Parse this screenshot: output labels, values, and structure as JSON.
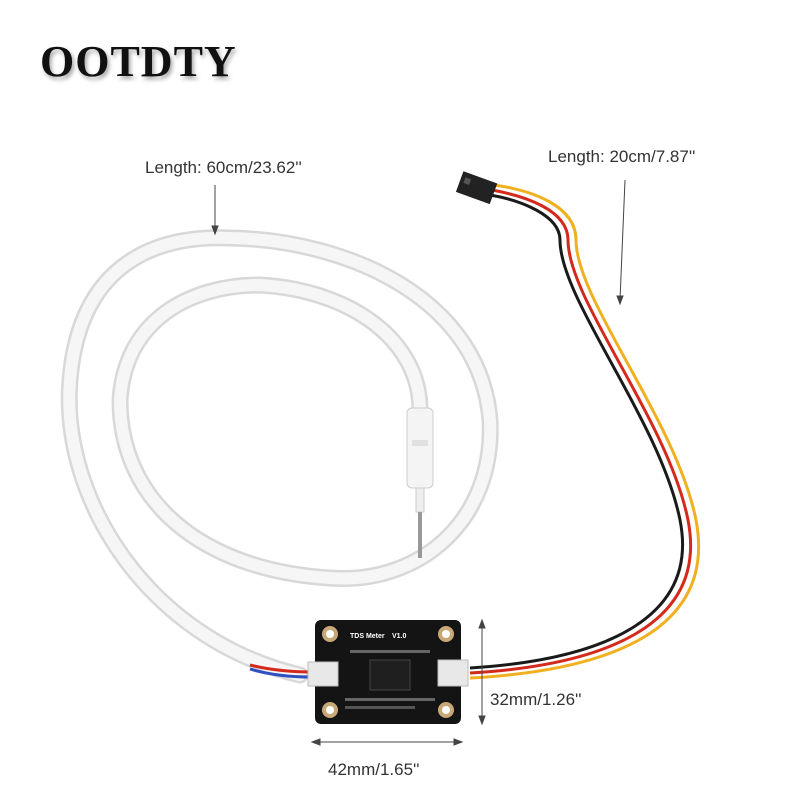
{
  "brand": "OOTDTY",
  "labels": {
    "probe_cable_length": "Length: 60cm/23.62''",
    "signal_cable_length": "Length: 20cm/7.87''",
    "board_height": "32mm/1.26''",
    "board_width": "42mm/1.65''"
  },
  "board": {
    "silkscreen_title": "TDS Meter",
    "silkscreen_version": "V1.0"
  },
  "colors": {
    "cable": "#f2f2f2",
    "board": "#141414",
    "wire_black": "#1a1a1a",
    "wire_red": "#d42a1c",
    "wire_yellow": "#f0b020"
  }
}
